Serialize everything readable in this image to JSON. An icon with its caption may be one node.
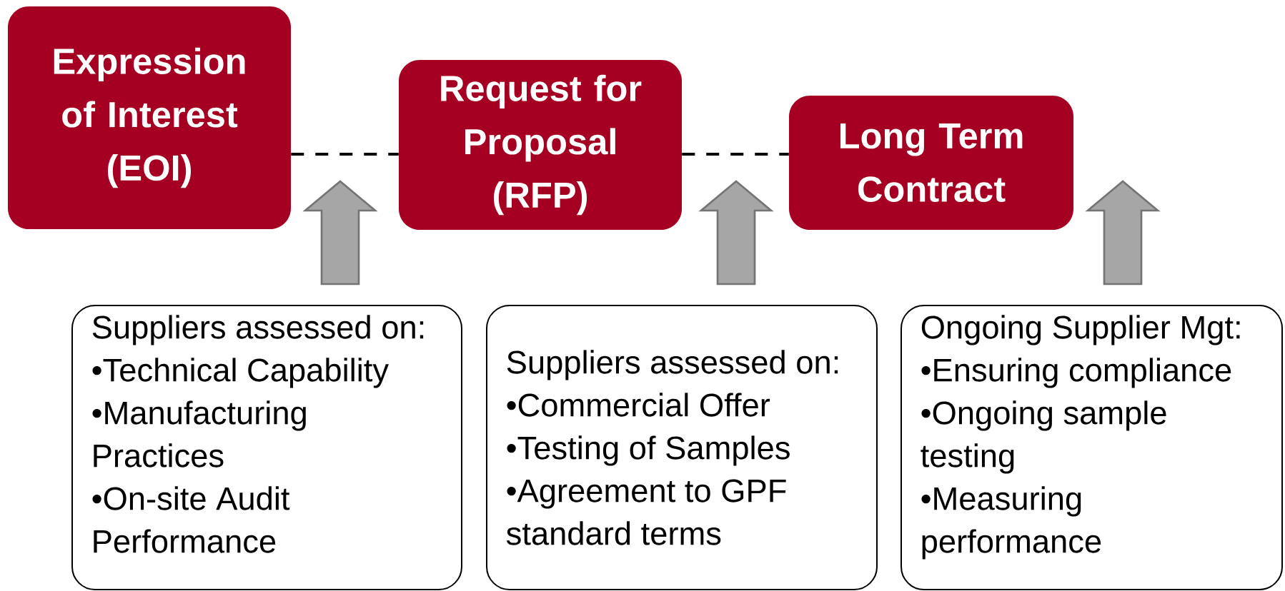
{
  "diagram": {
    "nodes": [
      {
        "text": [
          "Expression of Interest (EOI)"
        ]
      },
      {
        "text": [
          "Request for Proposal (RFP)"
        ]
      },
      {
        "text": [
          "Long Term Contract"
        ]
      },
      {
        "text": [
          "Suppliers assessed on:",
          "•Technical Capability",
          "•Manufacturing Practices",
          "•On-site Audit Performance"
        ]
      },
      {
        "text": [
          "Suppliers assessed on:",
          "•Commercial Offer",
          "•Testing of Samples",
          "•Agreement to GPF standard terms"
        ]
      },
      {
        "text": [
          "Ongoing Supplier Mgt:",
          "•Ensuring compliance",
          "•Ongoing sample testing",
          "•Measuring performance"
        ]
      }
    ],
    "edges": [
      {
        "from": 0,
        "to": 1,
        "arrow": "none",
        "style": "dashed"
      },
      {
        "from": 1,
        "to": 2,
        "arrow": "none",
        "style": "dashed"
      },
      {
        "from": 3,
        "to": null,
        "arrow": "to",
        "style": "thick",
        "color": "#a6a6a6"
      },
      {
        "from": 4,
        "to": null,
        "arrow": "to",
        "style": "thick",
        "color": "#a6a6a6"
      },
      {
        "from": 5,
        "to": null,
        "arrow": "to",
        "style": "thick",
        "color": "#a6a6a6"
      }
    ]
  }
}
